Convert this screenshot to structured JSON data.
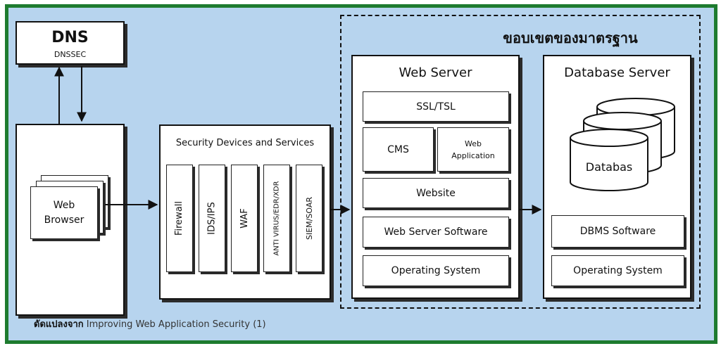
{
  "dns": {
    "title": "DNS",
    "subtitle": "DNSSEC"
  },
  "client": {
    "browser_line1": "Web",
    "browser_line2": "Browser"
  },
  "security": {
    "title": "Security Devices and Services",
    "items": [
      "Firewall",
      "IDS/IPS",
      "WAF",
      "ANTI VIRUS/EDR/XDR",
      "SIEM/SOAR"
    ]
  },
  "scope": {
    "title": "ขอบเขตของมาตรฐาน"
  },
  "web_server": {
    "title": "Web Server",
    "ssl": "SSL/TSL",
    "cms": "CMS",
    "web_app_line1": "Web",
    "web_app_line2": "Application",
    "website": "Website",
    "software": "Web Server Software",
    "os": "Operating System"
  },
  "db_server": {
    "title": "Database Server",
    "db_label": "Databas",
    "software": "DBMS Software",
    "os": "Operating System"
  },
  "caption": {
    "bold": "ดัดแปลงจาก",
    "text": " Improving Web Application Security (1)"
  },
  "colors": {
    "background": "#b7d4ee",
    "border": "#1e7b2f"
  }
}
